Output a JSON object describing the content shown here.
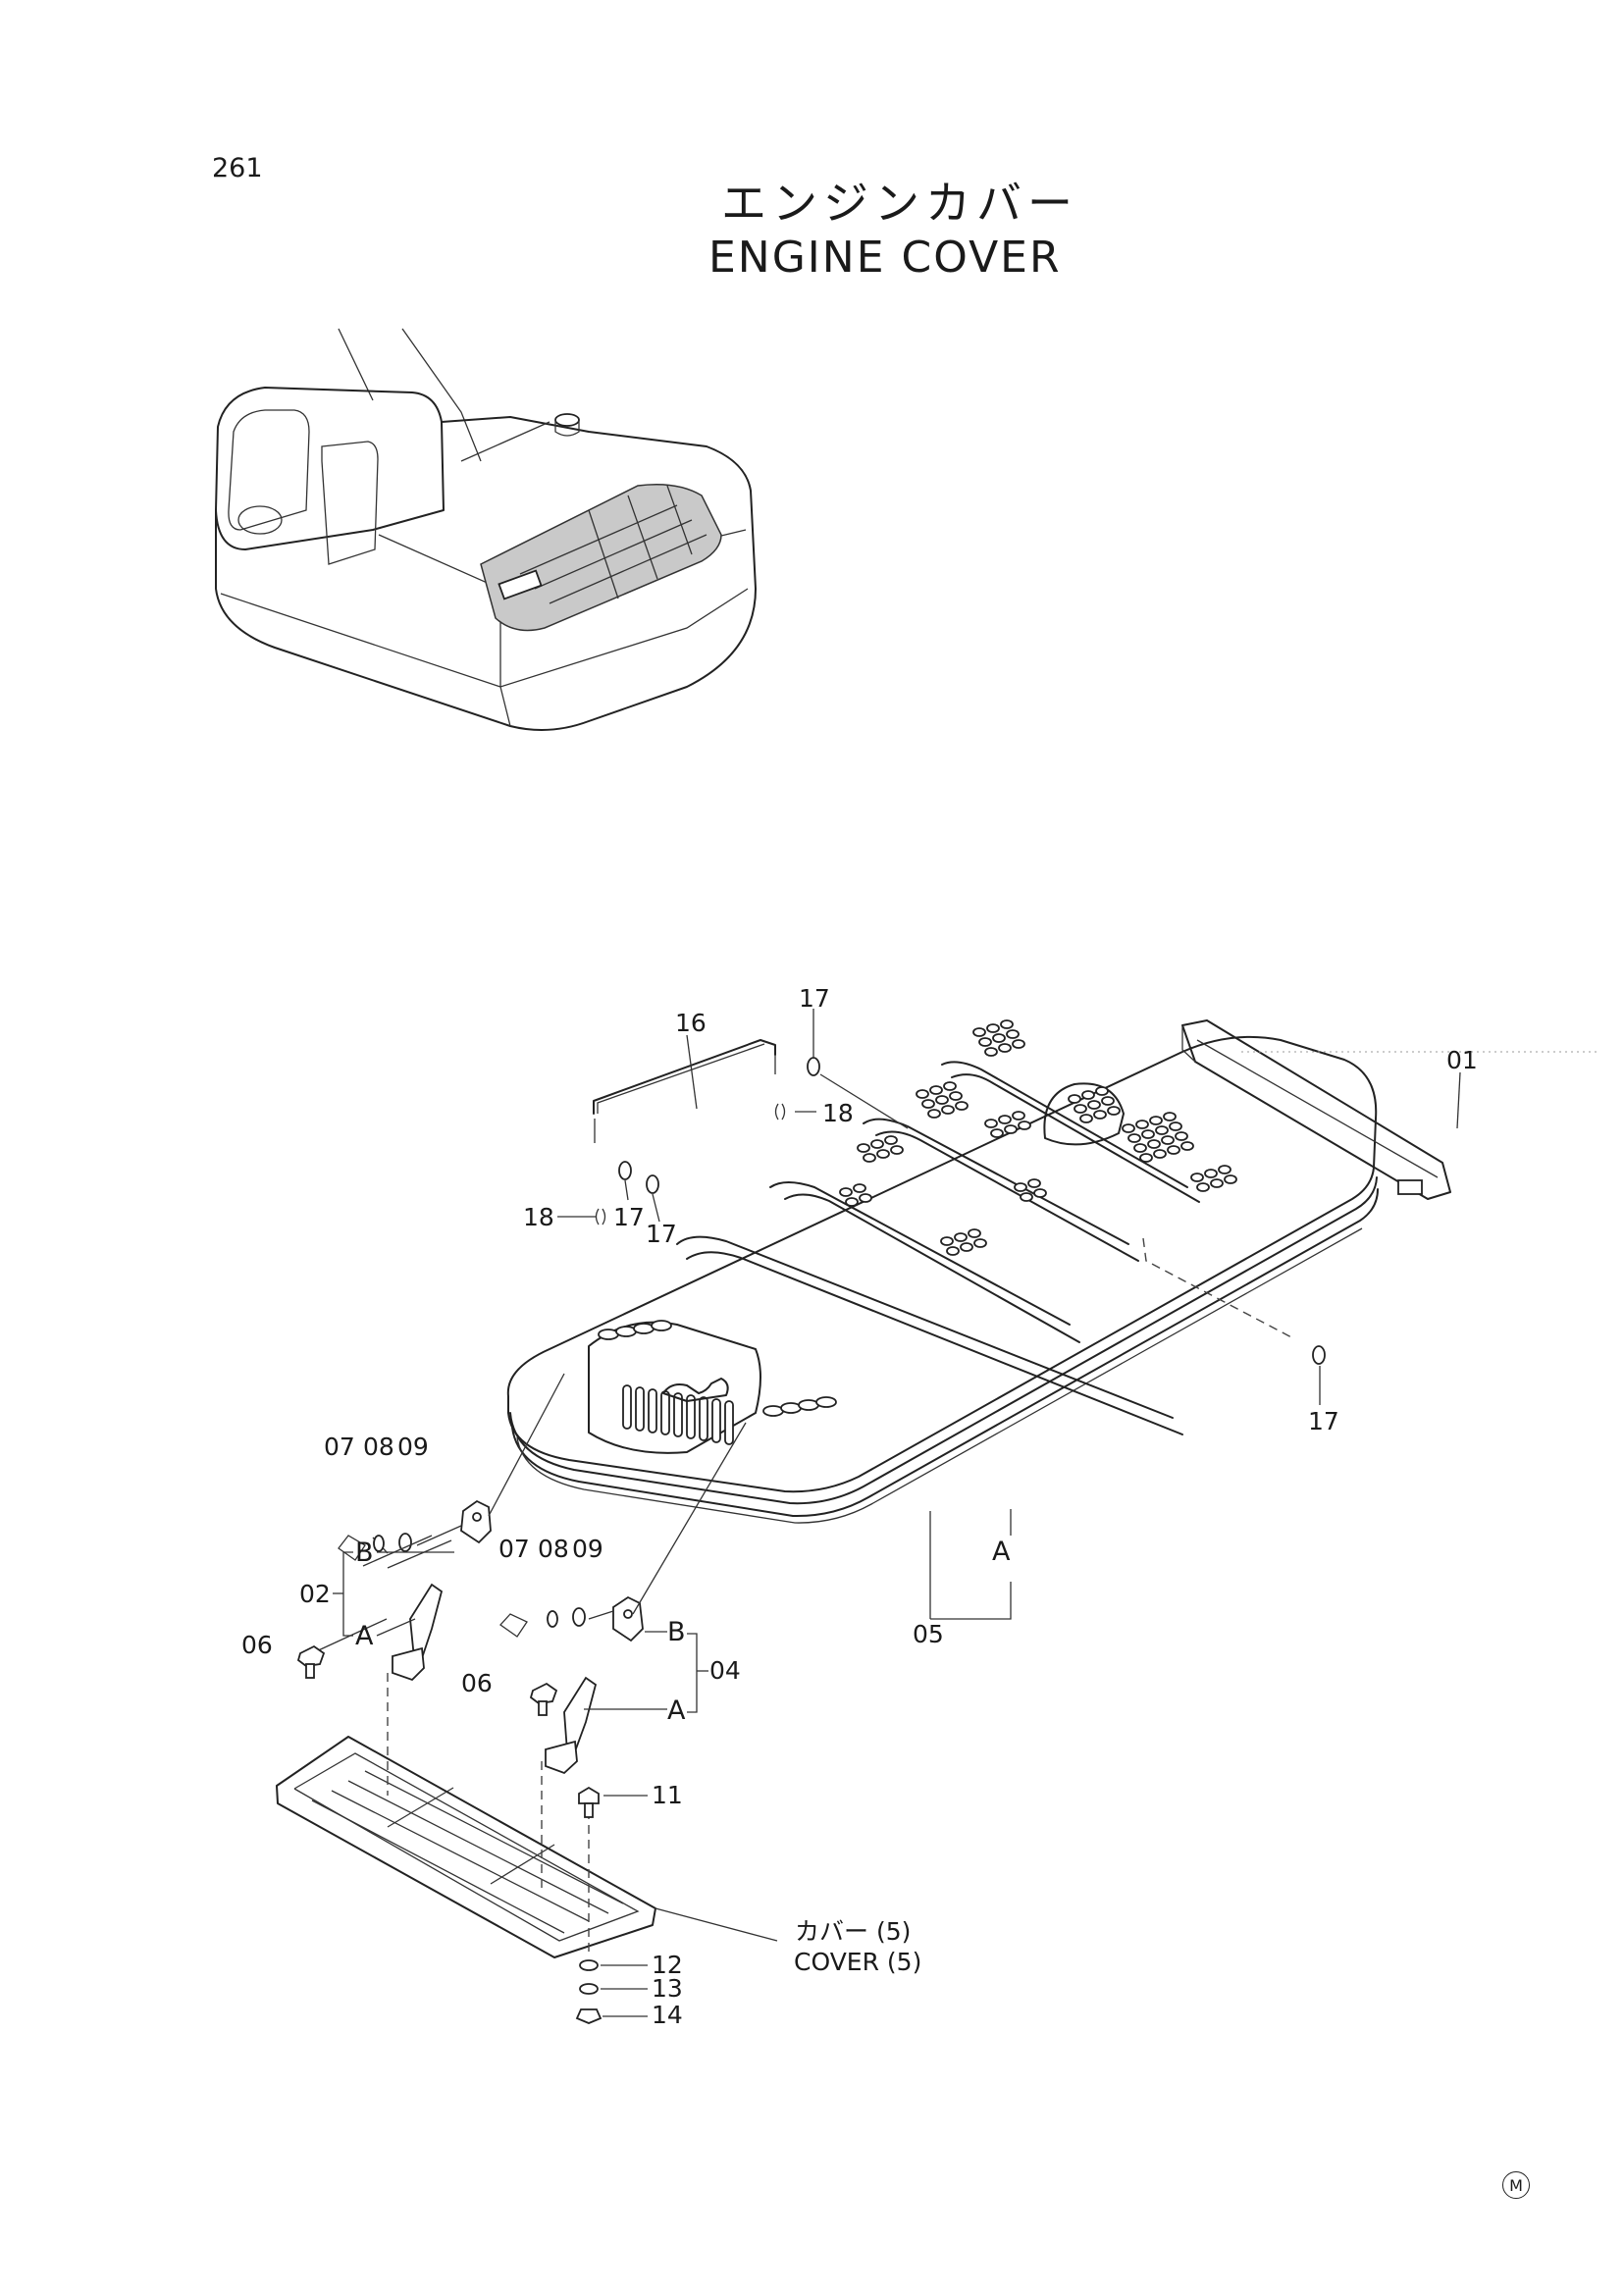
{
  "page": {
    "number": "261",
    "title_jp": "エンジンカバー",
    "title_en": "ENGINE COVER",
    "maker_mark": "M"
  },
  "callouts": {
    "c01": "01",
    "c02": "02",
    "c04": "04",
    "c05": "05",
    "c06a": "06",
    "c06b": "06",
    "c07a": "07",
    "c07b": "07",
    "c08a": "08",
    "c08b": "08",
    "c09a": "09",
    "c09b": "09",
    "c11": "11",
    "c12": "12",
    "c13": "13",
    "c14": "14",
    "c16": "16",
    "c17a": "17",
    "c17b": "17",
    "c17c": "17",
    "c17d": "17",
    "c18a": "18",
    "c18b": "18"
  },
  "letters": {
    "a_cover": "A",
    "a_left": "A",
    "a_right": "A",
    "b_left": "B",
    "b_right": "B"
  },
  "cover_note": {
    "jp": "カバー (5)",
    "en": "COVER (5)"
  }
}
